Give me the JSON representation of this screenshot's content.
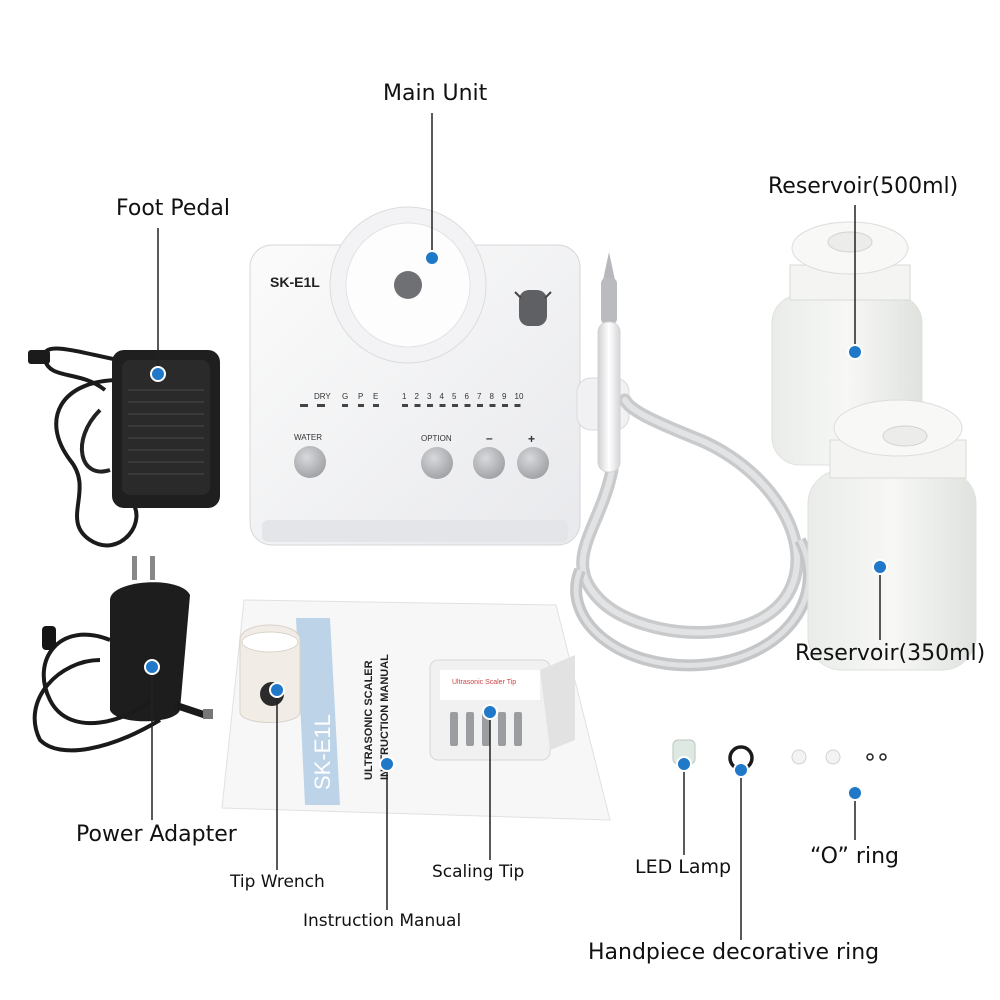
{
  "labels": {
    "main_unit": "Main Unit",
    "foot_pedal": "Foot Pedal",
    "reservoir_500": "Reservoir(500ml)",
    "reservoir_350": "Reservoir(350ml)",
    "power_adapter": "Power Adapter",
    "tip_wrench": "Tip Wrench",
    "instruction_manual": "Instruction Manual",
    "scaling_tip": "Scaling Tip",
    "led_lamp": "LED Lamp",
    "o_ring": "“O” ring",
    "decorative_ring": "Handpiece decorative ring"
  },
  "unit": {
    "model": "SK-E1L",
    "indicator_dry": "DRY",
    "indicator_modes": [
      "G",
      "P",
      "E"
    ],
    "levels": [
      "1",
      "2",
      "3",
      "4",
      "5",
      "6",
      "7",
      "8",
      "9",
      "10"
    ],
    "btn_water": "WATER",
    "btn_option": "OPTION",
    "btn_minus": "–",
    "btn_plus": "+"
  },
  "manual": {
    "model": "SK-E1L",
    "title_line1": "ULTRASONIC SCALER",
    "title_line2": "INSTRUCTION MANUAL"
  },
  "tip_box": {
    "title": "Ultrasonic Scaler Tip"
  },
  "colors": {
    "callout_dot": "#1f78c8",
    "callout_line": "#222222"
  }
}
